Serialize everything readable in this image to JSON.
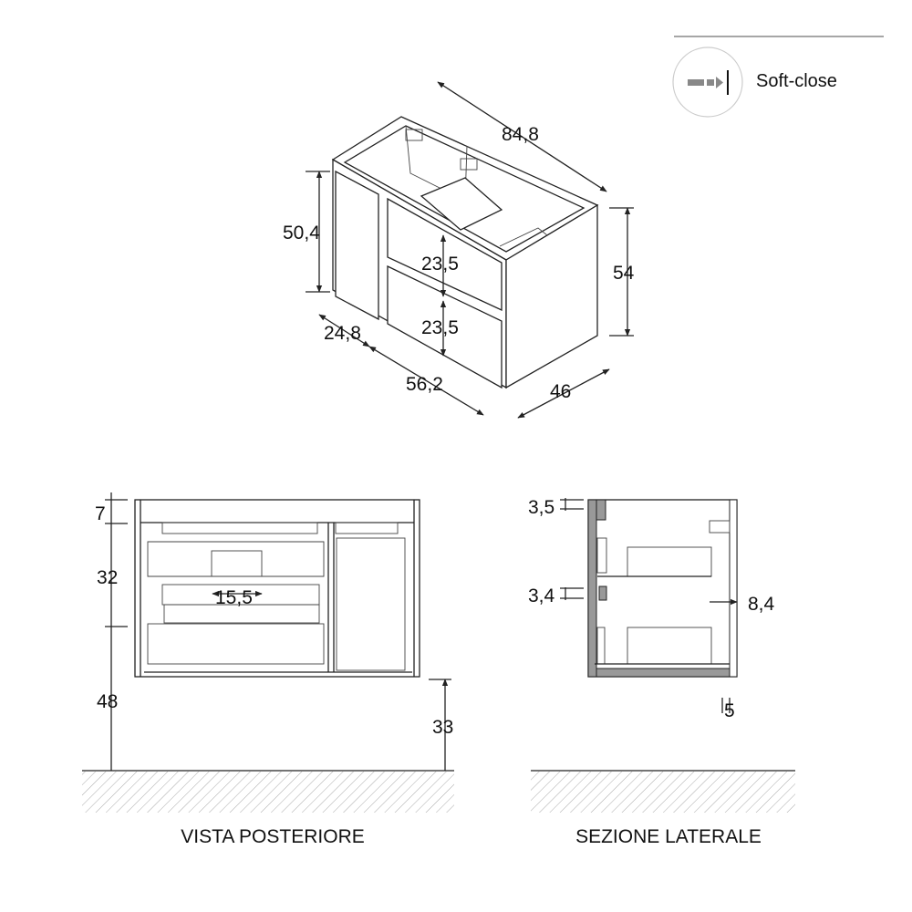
{
  "legend": {
    "icon": "soft-close-icon",
    "label": "Soft-close"
  },
  "iso_view": {
    "width": "84,8",
    "height_left": "50,4",
    "height_right": "54",
    "drawer_top": "23,5",
    "drawer_bottom": "23,5",
    "door_width": "24,8",
    "drawer_width": "56,2",
    "depth": "46"
  },
  "rear_view": {
    "title": "VISTA POSTERIORE",
    "top_band": "7",
    "upper": "32",
    "lower": "48",
    "inner_width": "15,5",
    "floor_gap": "33"
  },
  "side_section": {
    "title": "SEZIONE LATERALE",
    "top": "3,5",
    "mid": "3,4",
    "depth_offset": "8,4",
    "back": "5"
  },
  "colors": {
    "line": "#222222",
    "hatch": "#999999",
    "icon": "#888888"
  }
}
